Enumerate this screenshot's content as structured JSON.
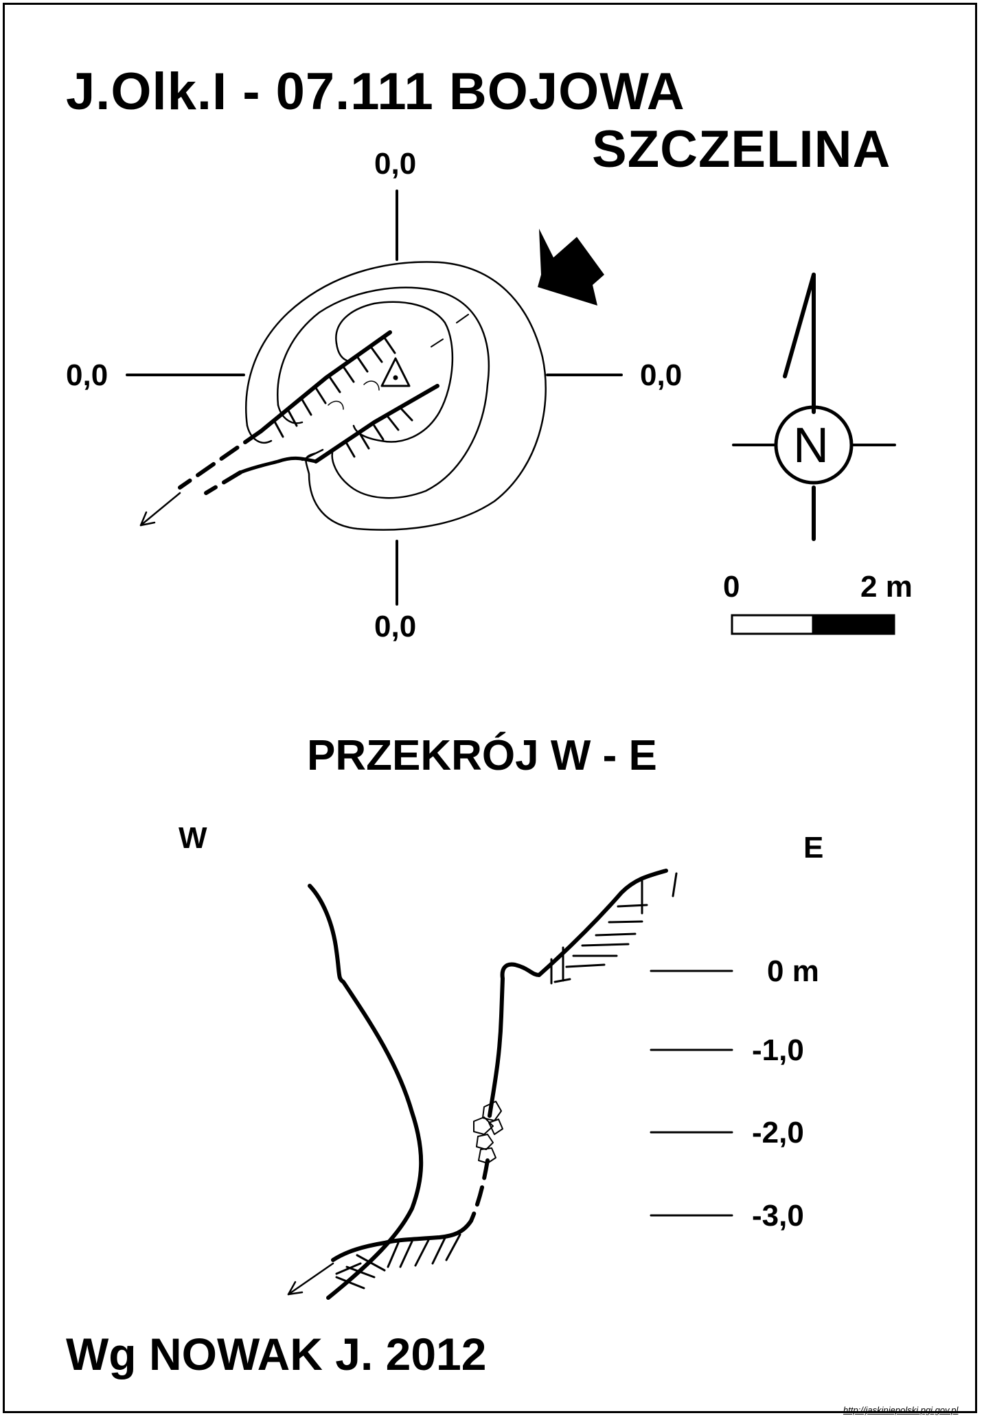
{
  "title": {
    "line1": "J.Olk.I - 07.111 BOJOWA",
    "line2": "SZCZELINA"
  },
  "plan": {
    "coord_n": "0,0",
    "coord_w": "0,0",
    "coord_e": "0,0",
    "coord_s": "0,0",
    "north_letter": "N",
    "scale_start": "0",
    "scale_end": "2 m"
  },
  "section": {
    "title": "PRZEKRÓJ W - E",
    "west": "W",
    "east": "E",
    "depths": [
      "0 m",
      "-1,0",
      "-2,0",
      "-3,0"
    ]
  },
  "author": "Wg NOWAK J. 2012",
  "source_url": "http://jaskiniepolski.pgi.gov.pl"
}
